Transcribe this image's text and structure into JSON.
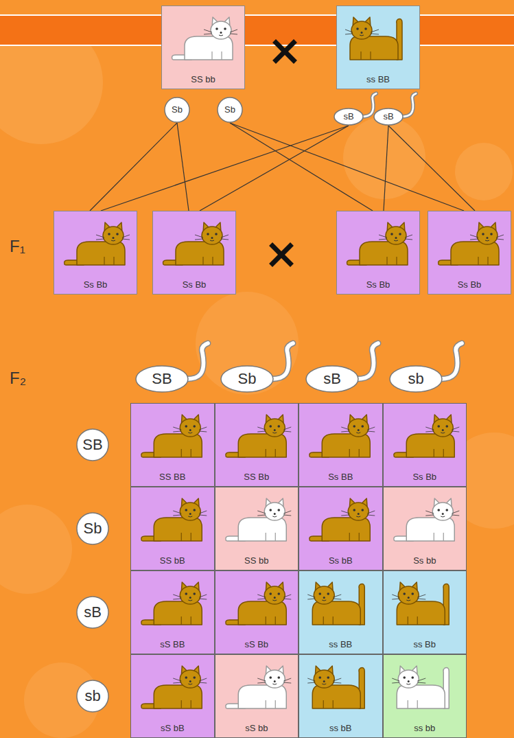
{
  "diagram": {
    "nodes": [
      {
        "text": [
          "SS bb"
        ]
      },
      {
        "text": [
          "ss BB"
        ]
      },
      {
        "text": [
          "Sb"
        ]
      },
      {
        "text": [
          "Sb"
        ]
      },
      {
        "text": [
          "sB"
        ]
      },
      {
        "text": [
          "sB"
        ]
      },
      {
        "text": [
          "Ss Bb"
        ]
      },
      {
        "text": [
          "Ss Bb"
        ]
      },
      {
        "text": [
          "Ss Bb"
        ]
      },
      {
        "text": [
          "Ss Bb"
        ]
      },
      {
        "text": [
          "SB"
        ]
      },
      {
        "text": [
          "Sb"
        ]
      },
      {
        "text": [
          "sB"
        ]
      },
      {
        "text": [
          "sb"
        ]
      },
      {
        "text": [
          "SB"
        ]
      },
      {
        "text": [
          "SS BB"
        ]
      },
      {
        "text": [
          "SS Bb"
        ]
      },
      {
        "text": [
          "Ss BB"
        ]
      },
      {
        "text": [
          "Ss Bb"
        ]
      },
      {
        "text": [
          "Sb"
        ]
      },
      {
        "text": [
          "SS bB"
        ]
      },
      {
        "text": [
          "SS bb"
        ]
      },
      {
        "text": [
          "Ss bB"
        ]
      },
      {
        "text": [
          "Ss bb"
        ]
      },
      {
        "text": [
          "sB"
        ]
      },
      {
        "text": [
          "sS BB"
        ]
      },
      {
        "text": [
          "sS Bb"
        ]
      },
      {
        "text": [
          "ss BB"
        ]
      },
      {
        "text": [
          "ss Bb"
        ]
      },
      {
        "text": [
          "sb"
        ]
      },
      {
        "text": [
          "sS bB"
        ]
      },
      {
        "text": [
          "sS bb"
        ]
      },
      {
        "text": [
          "ss bB"
        ]
      },
      {
        "text": [
          "ss bb"
        ]
      }
    ],
    "edges": [
      {
        "from": 2,
        "to": 6,
        "arrow": "none"
      },
      {
        "from": 2,
        "to": 7,
        "arrow": "none"
      },
      {
        "from": 3,
        "to": 8,
        "arrow": "none"
      },
      {
        "from": 3,
        "to": 9,
        "arrow": "none"
      },
      {
        "from": 4,
        "to": 6,
        "arrow": "none"
      },
      {
        "from": 4,
        "to": 7,
        "arrow": "none"
      },
      {
        "from": 5,
        "to": 8,
        "arrow": "none"
      },
      {
        "from": 5,
        "to": 9,
        "arrow": "none"
      }
    ],
    "labels": [
      "F₁",
      "F₂"
    ]
  }
}
